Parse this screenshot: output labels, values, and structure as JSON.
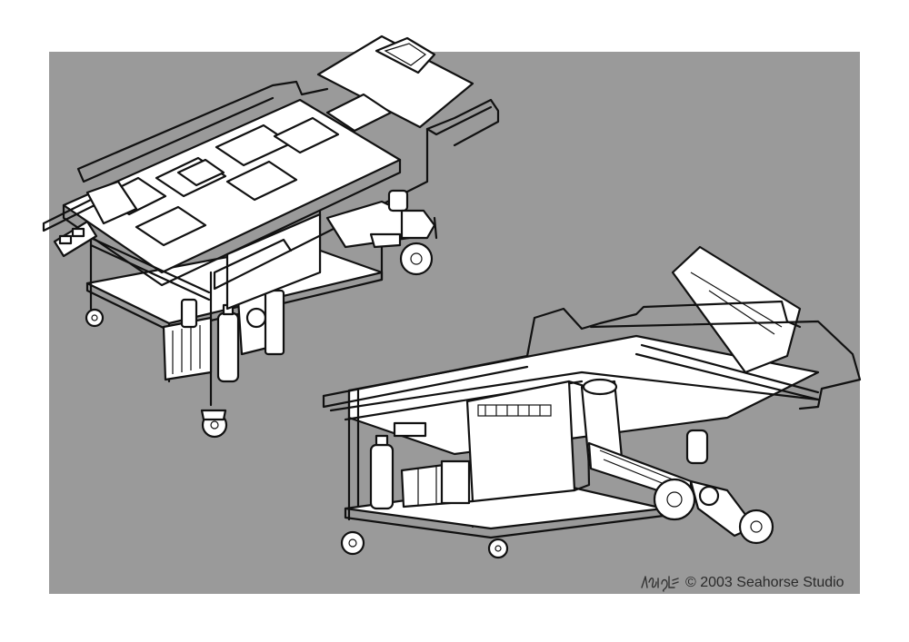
{
  "colors": {
    "panel": "#9a9a9a",
    "ink": "#111111",
    "paper": "#ffffff"
  },
  "credit": {
    "signature": "Laigle",
    "copyright": "© 2003 Seahorse Studio"
  },
  "illustrations": [
    {
      "name": "hospital-stretcher-top-view"
    },
    {
      "name": "hospital-stretcher-underside-view"
    }
  ]
}
